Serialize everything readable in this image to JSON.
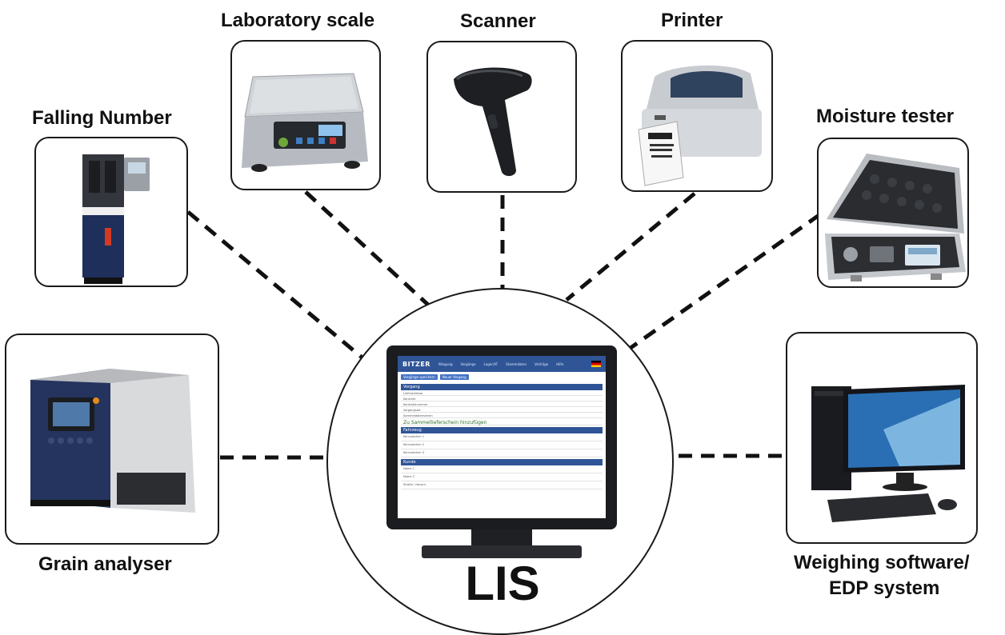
{
  "hub": {
    "label": "LIS"
  },
  "devices": {
    "falling_number": "Falling Number",
    "laboratory_scale": "Laboratory scale",
    "scanner": "Scanner",
    "printer": "Printer",
    "moisture_tester": "Moisture tester",
    "grain_analyser": "Grain analyser",
    "weighing_software_line1": "Weighing software/",
    "weighing_software_line2": "EDP system"
  },
  "lis_screen": {
    "brand": "BITZER",
    "nav": [
      "Wiegung",
      "Vorgänge",
      "Lager/AT",
      "Stammdaten",
      "Vorträge",
      "Hilfe"
    ],
    "buttons": [
      "Vorgänge speichern",
      "Neuer Vorgang"
    ],
    "sections": [
      {
        "title": "Vorgang",
        "rows": [
          "Lieferadresse",
          "Kontrakt",
          "Kontraktnummer",
          "Vorgangsart",
          "Sammeldatenschein"
        ],
        "highlight": "Zu Sammelliefer­schein hinzufügen"
      },
      {
        "title": "Fahrzeug",
        "rows": [
          "Kennzeichen 1",
          "Kennzeichen 2",
          "Kennzeichen 3"
        ]
      },
      {
        "title": "Kunde",
        "rows": [
          "Name 1",
          "Name 2",
          "Straße / Hausnr."
        ]
      }
    ]
  },
  "colors": {
    "line": "#111111",
    "accent": "#2f5597"
  }
}
